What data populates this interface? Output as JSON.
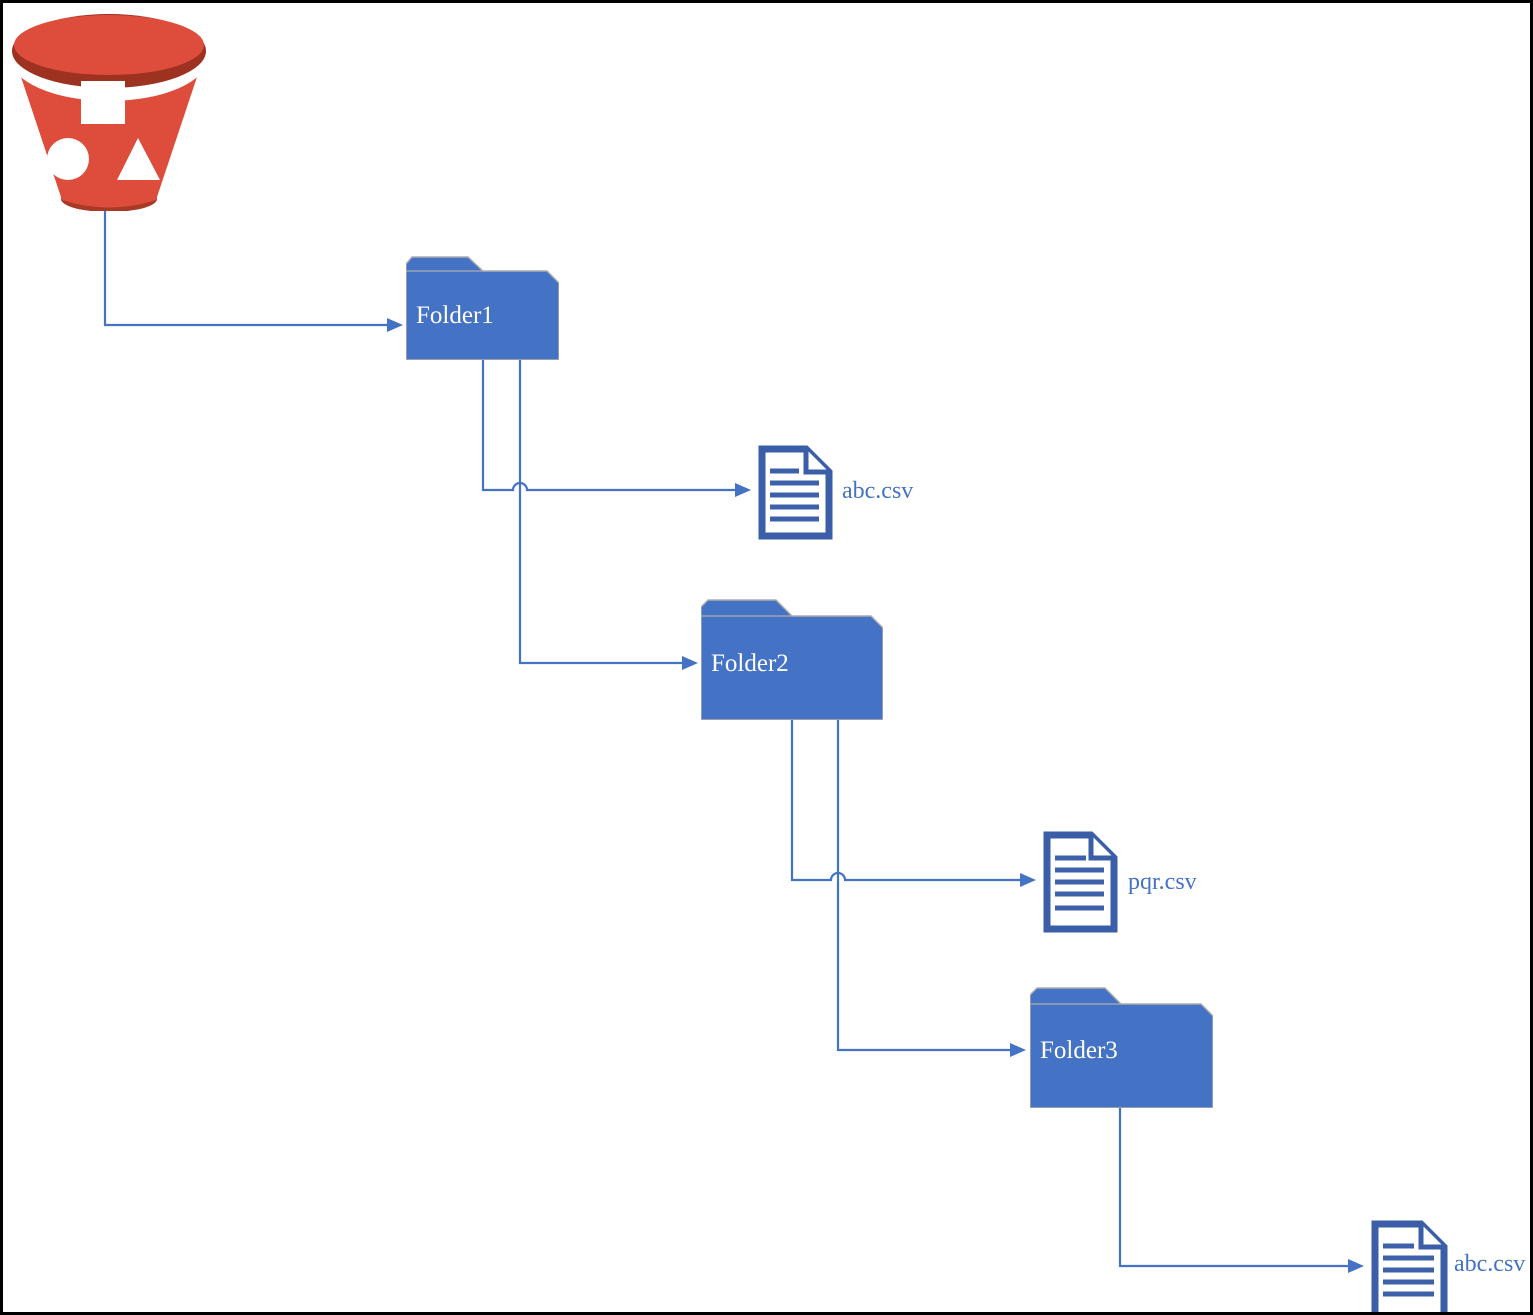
{
  "diagram": {
    "description": "S3 bucket folder structure diagram",
    "bucket": {
      "icon": "s3-bucket-icon",
      "fill_red": "#DE4C3B",
      "rim_dark_red": "#9E3221",
      "bottom_dark_red": "#A93927"
    },
    "folders": [
      {
        "id": "folder1",
        "label": "Folder1"
      },
      {
        "id": "folder2",
        "label": "Folder2"
      },
      {
        "id": "folder3",
        "label": "Folder3"
      }
    ],
    "files": [
      {
        "id": "file1",
        "label": "abc.csv"
      },
      {
        "id": "file2",
        "label": "pqr.csv"
      },
      {
        "id": "file3",
        "label": "abc.csv"
      }
    ],
    "edges": [
      {
        "from": "s3-bucket",
        "to": "Folder1"
      },
      {
        "from": "Folder1",
        "to": "abc.csv"
      },
      {
        "from": "Folder1",
        "to": "Folder2"
      },
      {
        "from": "Folder2",
        "to": "pqr.csv"
      },
      {
        "from": "Folder2",
        "to": "Folder3"
      },
      {
        "from": "Folder3",
        "to": "abc.csv"
      }
    ],
    "colors": {
      "folder_fill": "#4472C4",
      "folder_outline": "#ADADAD",
      "folder_label_text": "#FFFFFF",
      "document_stroke": "#3A5EA8",
      "file_label_text": "#4472C4",
      "connector": "#4472C4",
      "frame_border": "#000000"
    }
  }
}
